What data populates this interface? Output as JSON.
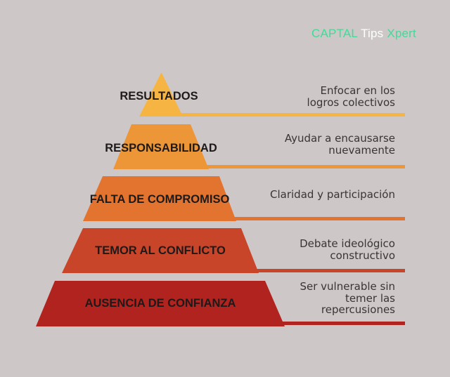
{
  "brand": {
    "part1": "CAPTAL",
    "part2": "Tips",
    "part3": "Xpert",
    "color1": "#3ddc97",
    "color2": "#ffffff",
    "color3": "#3ddc97"
  },
  "levels": [
    {
      "label": "RESULTADOS",
      "description": [
        "Enfocar en los",
        "logros colectivos"
      ],
      "color": "#f6b443"
    },
    {
      "label": "RESPONSABILIDAD",
      "description": [
        "Ayudar a encausarse",
        "nuevamente"
      ],
      "color": "#ec9638"
    },
    {
      "label": "FALTA DE COMPROMISO",
      "description": [
        "Claridad y participación"
      ],
      "color": "#e27430"
    },
    {
      "label": "TEMOR AL CONFLICTO",
      "description": [
        "Debate ideológico",
        "constructivo"
      ],
      "color": "#c9452a"
    },
    {
      "label": "AUSENCIA DE CONFIANZA",
      "description": [
        "Ser vulnerable sin",
        "temer las",
        "repercusiones"
      ],
      "color": "#b0231e"
    }
  ]
}
